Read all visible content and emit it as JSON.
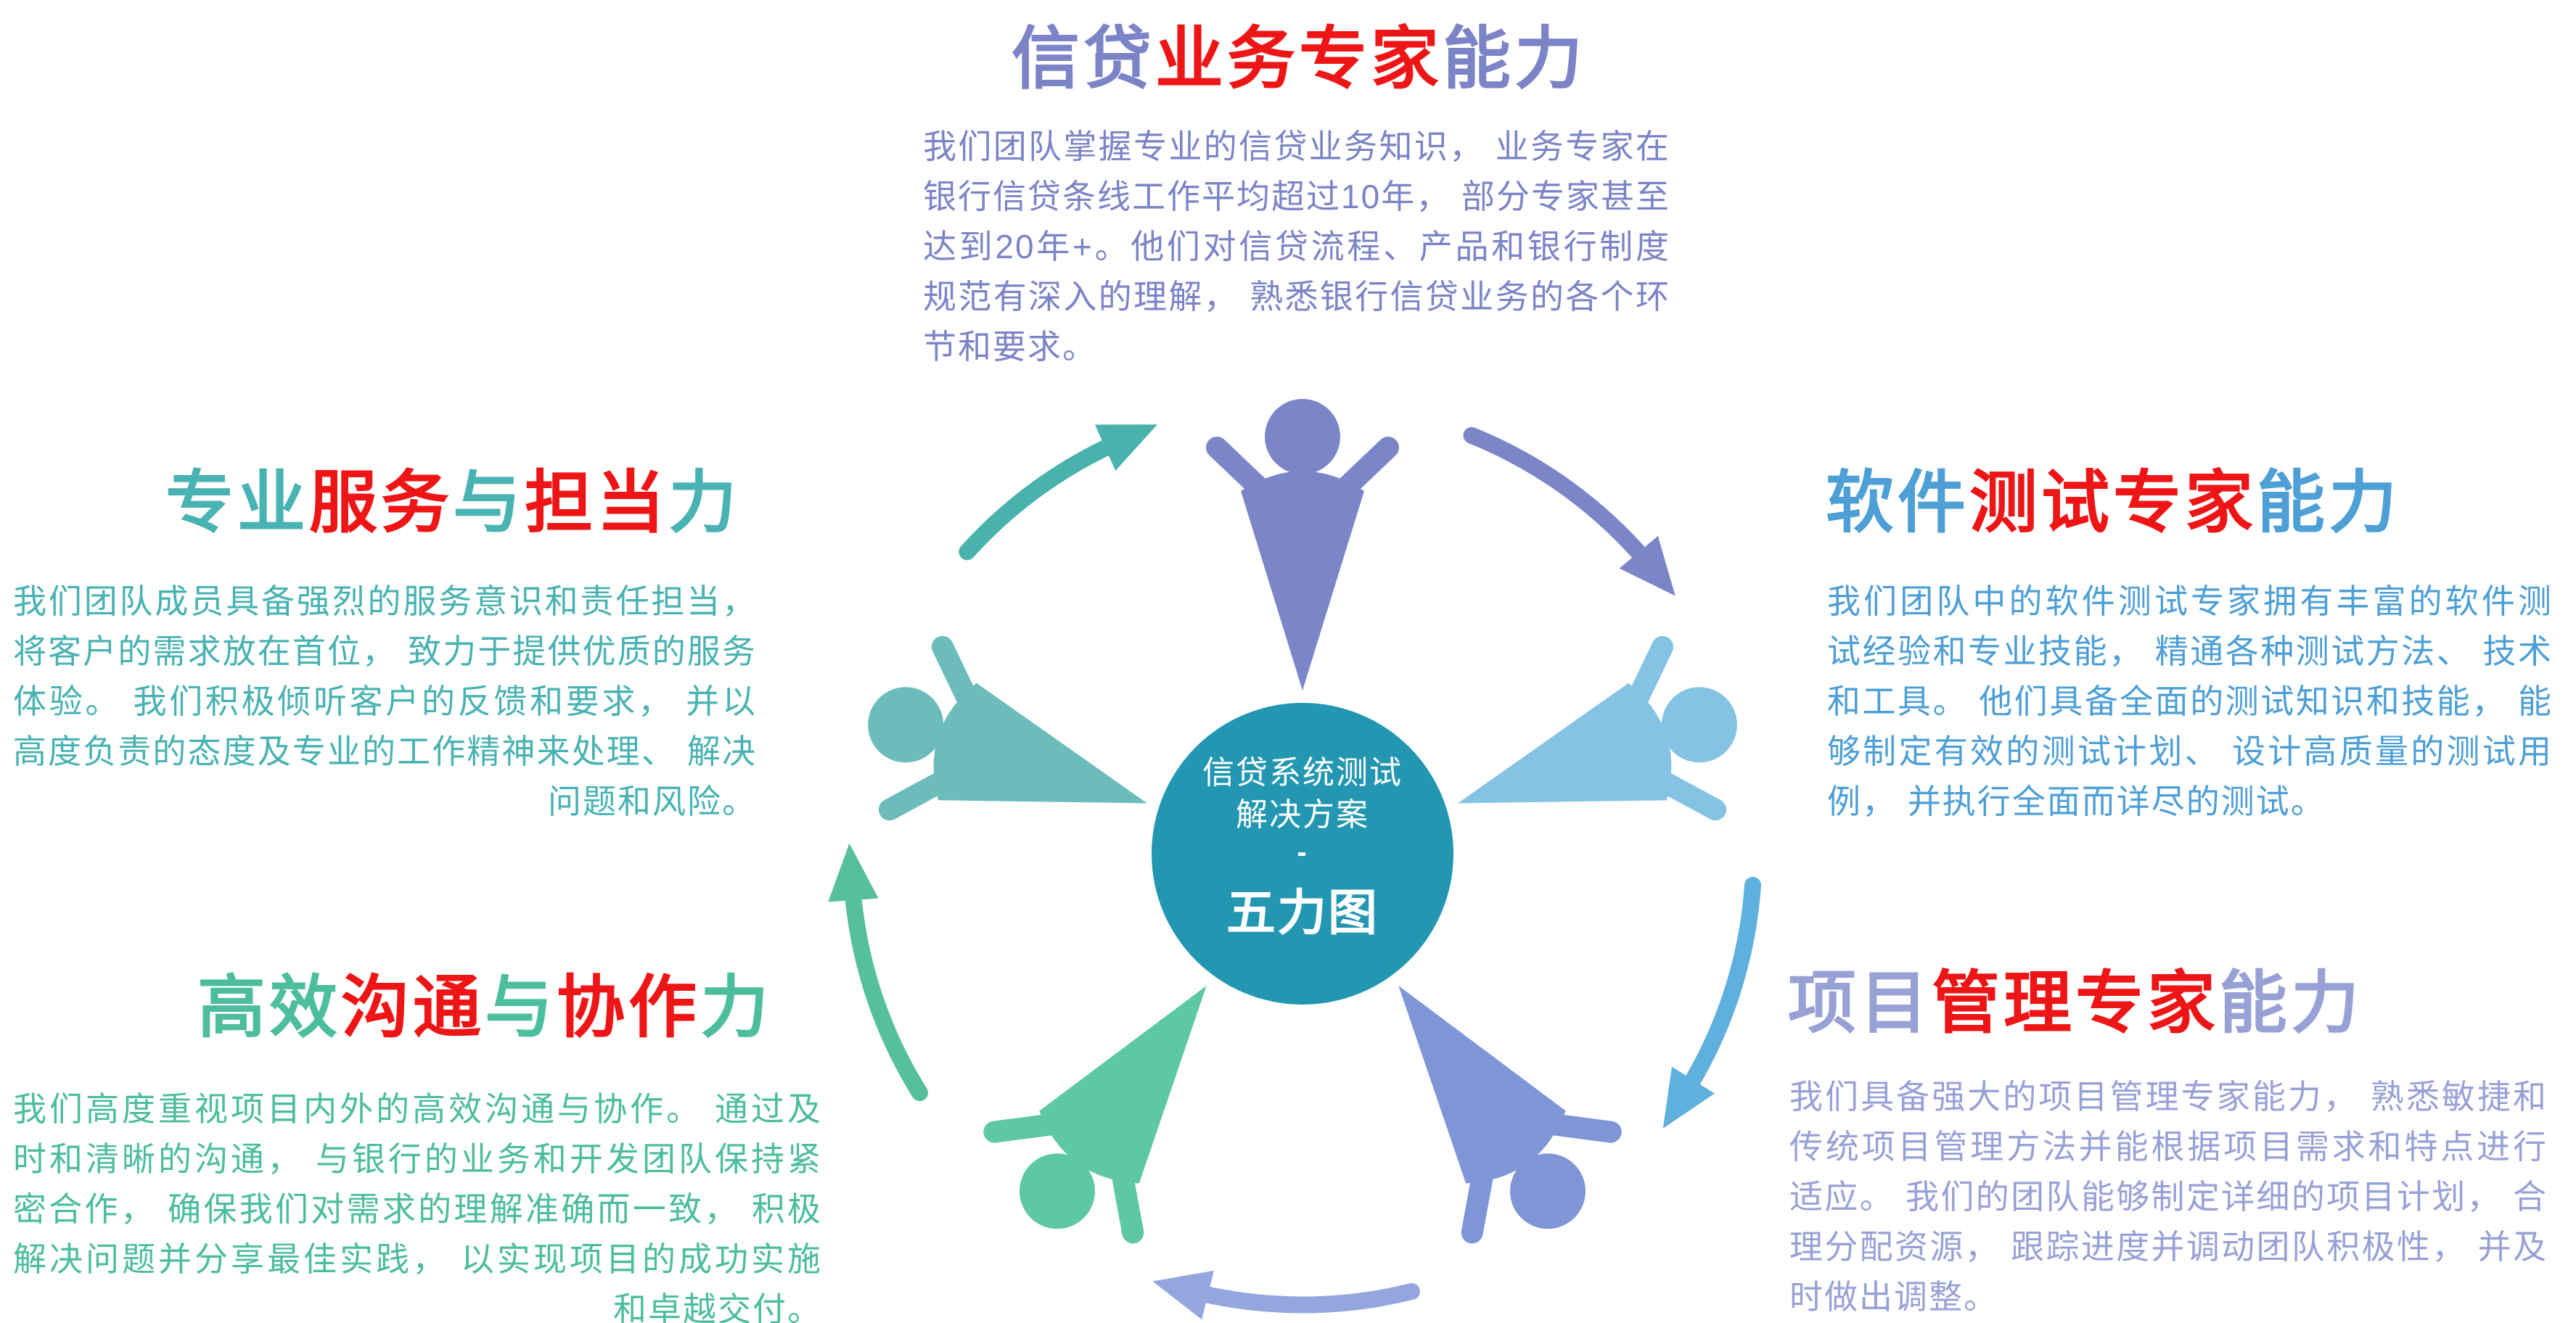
{
  "colors": {
    "c-red": "#ed1515",
    "c-credit": "#7b84c6",
    "c-testing": "#4d9fd6",
    "c-management": "#98a1d6",
    "c-service": "#49b2b2",
    "c-communication": "#4cbd9d",
    "node-credit": "#7b86c8",
    "node-testing": "#85c3e4",
    "node-management": "#7e95d6",
    "node-communication": "#5ec7a4",
    "node-service": "#6cbcbc",
    "arc-sc": "#49b2ac",
    "arc-ct": "#7b86c8",
    "arc-tm": "#5fb0dc",
    "arc-mc": "#93a7de",
    "arc-cs": "#56bf9e",
    "center-fill": "#2397b1",
    "center-text": "#ffffff"
  },
  "sections": {
    "credit": {
      "title_parts": [
        "信贷",
        "业务专家",
        "能力"
      ],
      "body": "我们团队掌握专业的信贷业务知识， 业务专家在银行信贷条线工作平均超过10年， 部分专家甚至达到20年+。他们对信贷流程、产品和银行制度规范有深入的理解， 熟悉银行信贷业务的各个环节和要求。"
    },
    "testing": {
      "title_parts": [
        "软件",
        "测试专家",
        "能力"
      ],
      "body": "我们团队中的软件测试专家拥有丰富的软件测试经验和专业技能， 精通各种测试方法、 技术和工具。 他们具备全面的测试知识和技能， 能够制定有效的测试计划、 设计高质量的测试用例， 并执行全面而详尽的测试。"
    },
    "management": {
      "title_parts": [
        "项目",
        "管理专家",
        "能力"
      ],
      "body": "我们具备强大的项目管理专家能力， 熟悉敏捷和传统项目管理方法并能根据项目需求和特点进行适应。 我们的团队能够制定详细的项目计划， 合理分配资源， 跟踪进度并调动团队积极性， 并及时做出调整。"
    },
    "service": {
      "title_parts": [
        "专业",
        "服务",
        "与",
        "担当",
        "力"
      ],
      "body": "我们团队成员具备强烈的服务意识和责任担当， 将客户的需求放在首位， 致力于提供优质的服务体验。 我们积极倾听客户的反馈和要求， 并以高度负责的态度及专业的工作精神来处理、 解决问题和风险。"
    },
    "communication": {
      "title_parts": [
        "高效",
        "沟通",
        "与",
        "协作",
        "力"
      ],
      "body": "我们高度重视项目内外的高效沟通与协作。 通过及时和清晰的沟通， 与银行的业务和开发团队保持紧密合作， 确保我们对需求的理解准确而一致， 积极解决问题并分享最佳实践， 以实现项目的成功实施和卓越交付。"
    }
  },
  "center": {
    "line1": "信贷系统测试",
    "line2": "解决方案",
    "dash": "-",
    "title": "五力图"
  }
}
